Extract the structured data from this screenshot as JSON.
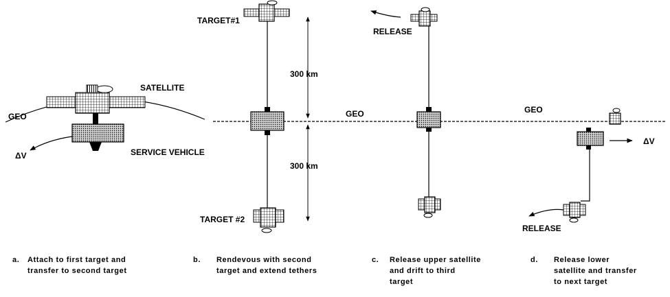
{
  "panel_a": {
    "geo_label": "GEO",
    "satellite_label": "SATELLITE",
    "service_vehicle_label": "SERVICE VEHICLE",
    "delta_v_label": "ΔV"
  },
  "panel_b": {
    "target1_label": "TARGET#1",
    "target2_label": "TARGET #2",
    "upper_distance_label": "300 km",
    "lower_distance_label": "300 km",
    "geo_label": "GEO"
  },
  "panel_c": {
    "release_label": "RELEASE"
  },
  "panel_d": {
    "geo_label": "GEO",
    "delta_v_label": "ΔV",
    "release_label": "RELEASE"
  },
  "captions": [
    {
      "marker": "a.",
      "lines": [
        "Attach to first target and",
        "transfer to second target"
      ]
    },
    {
      "marker": "b.",
      "lines": [
        "Rendevous with second",
        "target and extend tethers"
      ]
    },
    {
      "marker": "c.",
      "lines": [
        "Release upper satellite",
        "and drift to third",
        "target"
      ]
    },
    {
      "marker": "d.",
      "lines": [
        "Release lower",
        "satellite and transfer",
        "to next target"
      ]
    }
  ]
}
